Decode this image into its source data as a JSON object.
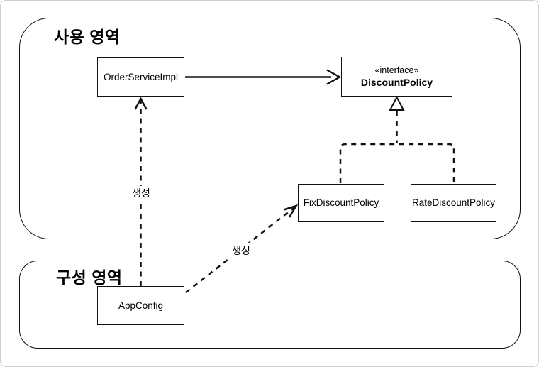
{
  "diagram": {
    "type": "uml-class-diagram",
    "regions": {
      "usage": {
        "title": "사용 영역"
      },
      "config": {
        "title": "구성 영역"
      }
    },
    "nodes": {
      "order_service": {
        "label": "OrderServiceImpl"
      },
      "discount_policy": {
        "stereotype": "«interface»",
        "label": "DiscountPolicy"
      },
      "fix_discount": {
        "label": "FixDiscountPolicy"
      },
      "rate_discount": {
        "label": "RateDiscountPolicy"
      },
      "app_config": {
        "label": "AppConfig"
      }
    },
    "edges": [
      {
        "from": "OrderServiceImpl",
        "to": "DiscountPolicy",
        "type": "dependency-solid-arrow",
        "label": ""
      },
      {
        "from": "FixDiscountPolicy",
        "to": "DiscountPolicy",
        "type": "realization-dashed-hollow-triangle",
        "label": ""
      },
      {
        "from": "RateDiscountPolicy",
        "to": "DiscountPolicy",
        "type": "realization-dashed-hollow-triangle",
        "label": ""
      },
      {
        "from": "AppConfig",
        "to": "OrderServiceImpl",
        "type": "dependency-dashed-arrow",
        "label": "생성"
      },
      {
        "from": "AppConfig",
        "to": "FixDiscountPolicy",
        "type": "dependency-dashed-arrow",
        "label": "생성"
      }
    ],
    "colors": {
      "line": "#111111",
      "background": "#ffffff",
      "frame_border": "#cfcfcf"
    }
  }
}
